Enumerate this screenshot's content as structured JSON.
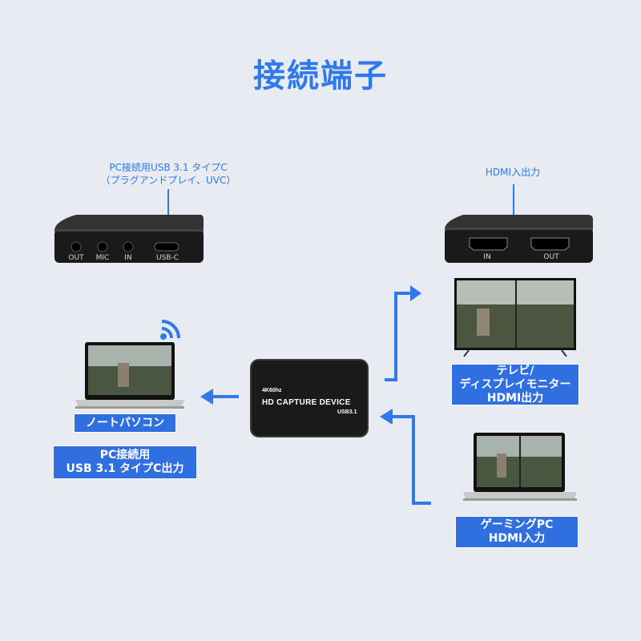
{
  "title": "接続端子",
  "callouts": {
    "pc_port": [
      "PC接続用USB 3.1 タイプC",
      "（プラグアンドプレイ、UVC）"
    ],
    "hdmi_port": "HDMI入出力"
  },
  "left_device_ports": [
    "OUT",
    "MIC",
    "IN",
    "USB-C"
  ],
  "right_device_ports": [
    "IN",
    "OUT"
  ],
  "capture_device": {
    "line1": "4K60hz",
    "line2": "HD CAPTURE DEVICE",
    "line3": "USB3.1"
  },
  "labels": {
    "laptop": "ノートパソコン",
    "pc_output": [
      "PC接続用",
      "USB 3.1 タイプC出力"
    ],
    "tv": [
      "テレビ/",
      "ディスプレイモニター",
      "HDMI出力"
    ],
    "gaming": [
      "ゲーミングPC",
      "HDMI入力"
    ]
  },
  "colors": {
    "accent": "#2f79e8",
    "label_bg": "#2f6fe0",
    "background": "#e8ebf1",
    "device": "#1c1c1c"
  },
  "icons": [
    "wifi-icon",
    "arrow-left-icon",
    "arrow-right-icon",
    "arrow-in-icon"
  ]
}
